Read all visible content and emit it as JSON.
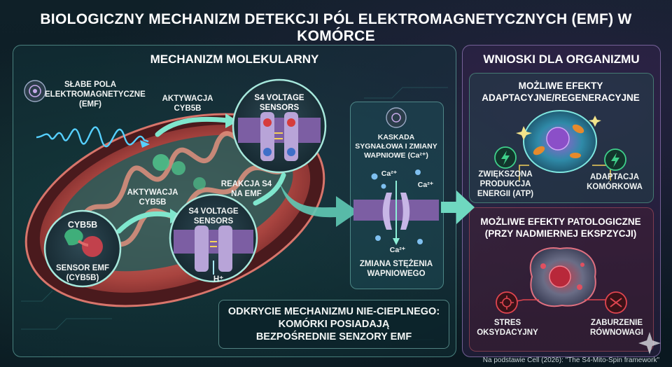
{
  "title": "BIOLOGICZNY MECHANIZM DETEKCJI PÓL ELEKTROMAGNETYCZNYCH (EMF) W KOMÓRCE",
  "left_panel": {
    "heading": "MECHANIZM MOLEKULARNY",
    "emf_label": [
      "SŁABE POLA",
      "ELEKTROMAGNETYCZNE",
      "(EMF)"
    ],
    "activation_top": [
      "AKTYWACJA",
      "CYB5B"
    ],
    "activation_mid": [
      "AKTYWACJA",
      "CYB5B"
    ],
    "sensors_top": [
      "S4 VOLTAGE",
      "SENSORS"
    ],
    "sensors_bottom": [
      "S4 VOLTAGE",
      "SENSORS"
    ],
    "s4_reaction": [
      "REAKCJA S4",
      "NA EMF"
    ],
    "cyb5b_title": "CYB5B",
    "cyb5b_sensor": [
      "SENSOR EMF",
      "(CYB5B)"
    ],
    "proton": "H⁺",
    "cascade": {
      "text": [
        "KASKADA",
        "SYGNAŁOWA I ZMIANY",
        "WAPNIOWE (Ca²⁺)"
      ],
      "ca_1": "Ca²⁺",
      "ca_2": "Ca²⁺",
      "ca_3": "Ca²⁺",
      "change": [
        "ZMIANA STĘŻENIA",
        "WAPNIOWEGO"
      ]
    },
    "discovery": [
      "ODKRYCIE MECHANIZMU NIE-CIEPLNEGO:",
      "KOMÓRKI POSIADAJĄ",
      "BEZPOŚREDNIE SENZORY EMF"
    ]
  },
  "right_panel": {
    "heading": "WNIOSKI DLA ORGANIZMU",
    "positive_heading": [
      "MOŻLIWE EFEKTY",
      "ADAPTACYJNE/REGENERACYJNE"
    ],
    "energy": [
      "ZWIĘKSZONA",
      "PRODUKCJA",
      "ENERGII (ATP)"
    ],
    "adaptation": [
      "ADAPTACJA",
      "KOMÓRKOWA"
    ],
    "negative_heading": [
      "MOŻLIWE EFEKTY PATOLOGICZNE",
      "(PRZY NADMIERNEJ EKSPZYCJI)"
    ],
    "stress": [
      "STRES",
      "OKSYDACYJNY"
    ],
    "imbalance": [
      "ZABURZENIE",
      "RÓWNOWAGI"
    ]
  },
  "footer": "Na podstawie Cell (2026): \"The S4-Mito-Spin framework\"",
  "colors": {
    "accent_teal": "#6fe0c8",
    "membrane_purple": "#8a6fb0",
    "mito_red": "#b94a4a",
    "positive_green": "#3fd08a",
    "negative_red": "#e0454f"
  }
}
